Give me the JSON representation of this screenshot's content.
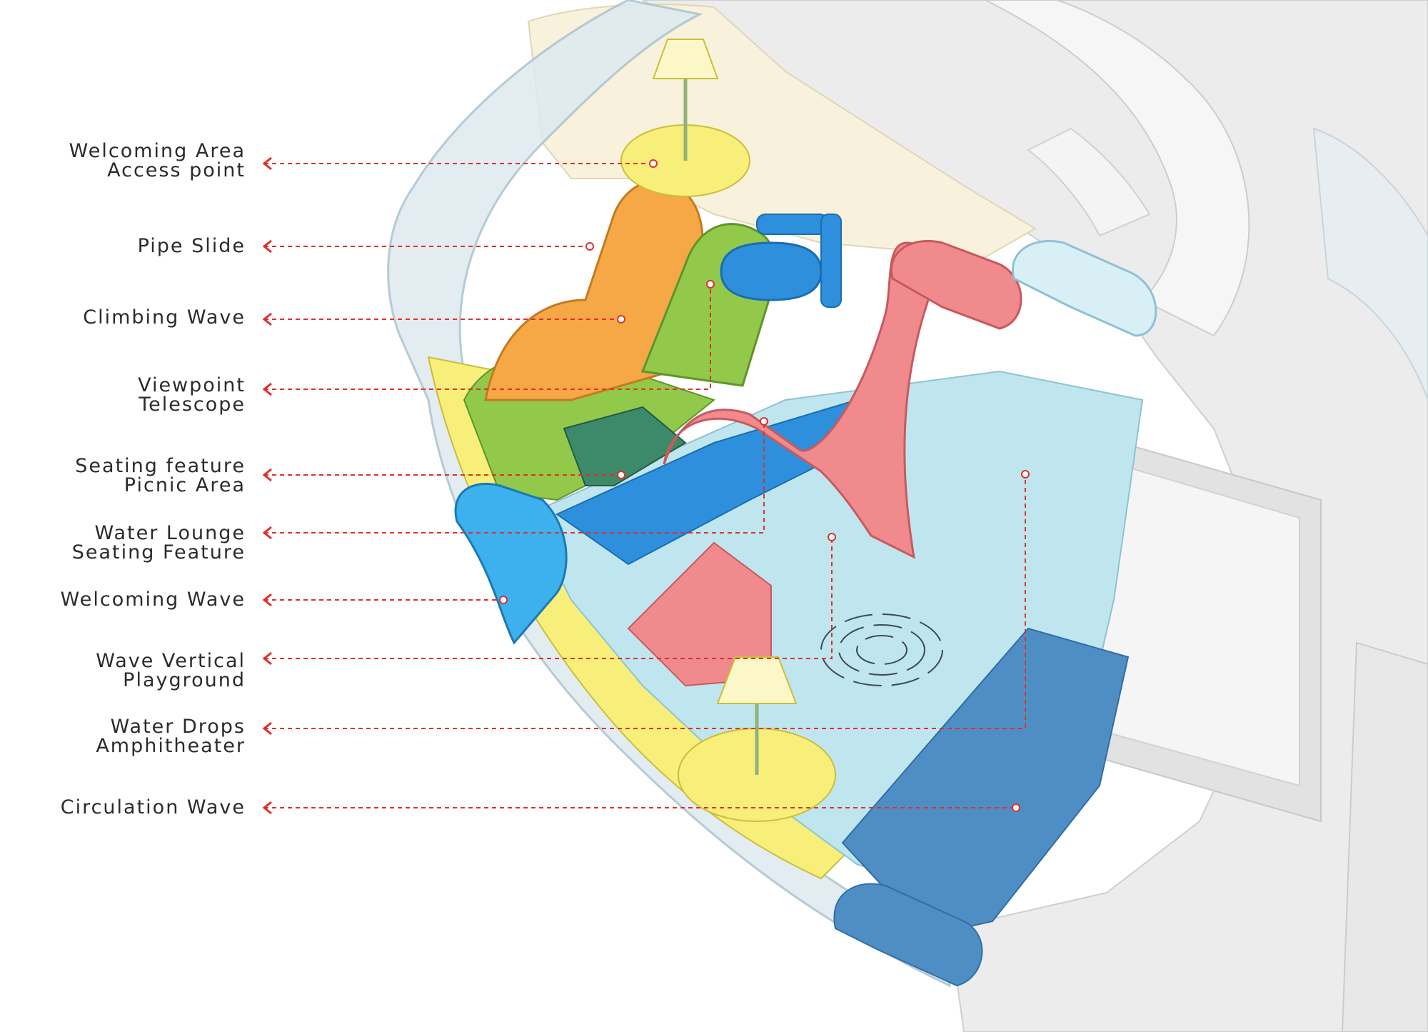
{
  "colors": {
    "leader": "#e0302a",
    "label_text": "#2b2b2b",
    "yellow": "#f7ef7a",
    "orange": "#f5a845",
    "green": "#93c94a",
    "pink": "#f08a8d",
    "blue": "#2e8fdc",
    "light_blue": "#bfe6ef",
    "deep_blue": "#4f8ec5",
    "building": "#efefef",
    "floor_cream": "#f8f1dc"
  },
  "callouts": [
    {
      "lines": [
        "Welcoming Area",
        "Access point"
      ]
    },
    {
      "lines": [
        "Pipe Slide"
      ]
    },
    {
      "lines": [
        "Climbing Wave"
      ]
    },
    {
      "lines": [
        "Viewpoint",
        "Telescope"
      ]
    },
    {
      "lines": [
        "Seating feature",
        "Picnic Area"
      ]
    },
    {
      "lines": [
        "Water Lounge",
        "Seating Feature"
      ]
    },
    {
      "lines": [
        "Welcoming Wave"
      ]
    },
    {
      "lines": [
        "Wave Vertical",
        "Playground"
      ]
    },
    {
      "lines": [
        "Water Drops",
        "Amphitheater"
      ]
    },
    {
      "lines": [
        "Circulation Wave"
      ]
    }
  ]
}
